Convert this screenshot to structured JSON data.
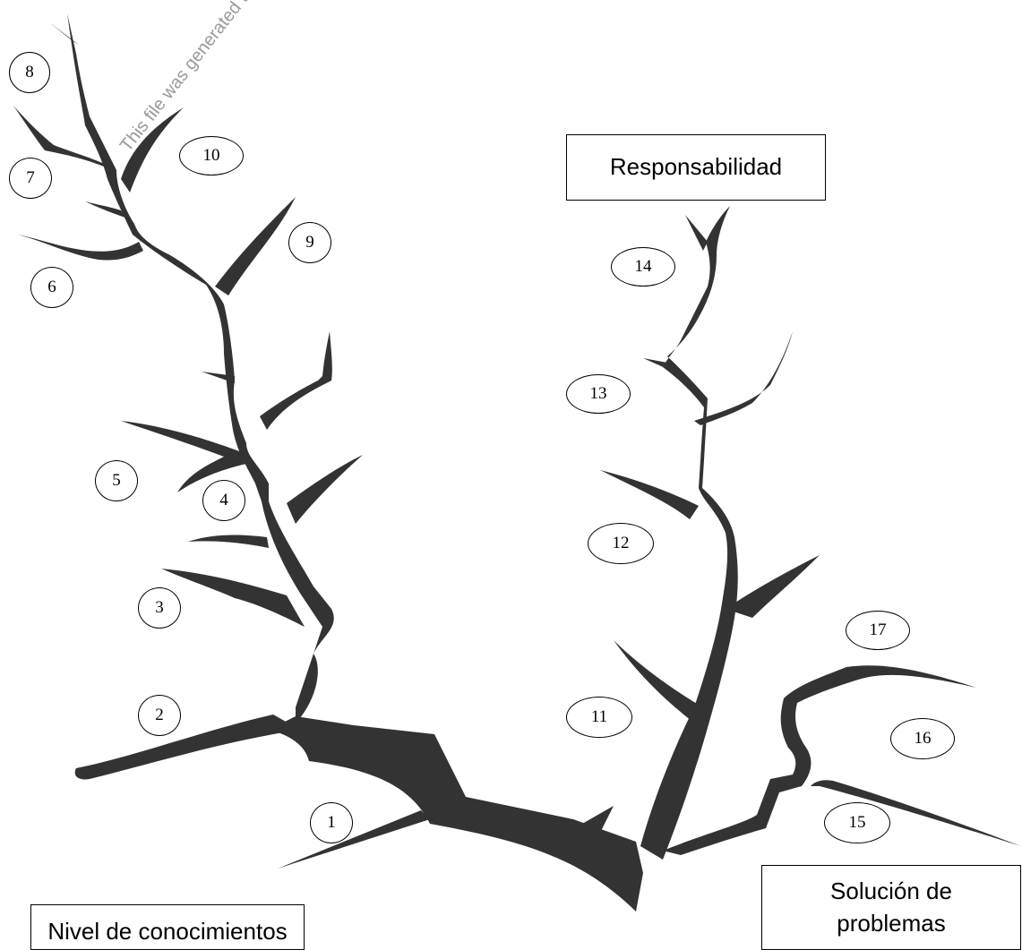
{
  "watermark": "This file was generated with the",
  "boxes": {
    "responsabilidad": "Responsabilidad",
    "nivel": "Nivel de conocimientos",
    "solucion_line1": "Solución de",
    "solucion_line2": "problemas"
  },
  "labels": {
    "n1": "1",
    "n2": "2",
    "n3": "3",
    "n4": "4",
    "n5": "5",
    "n6": "6",
    "n7": "7",
    "n8": "8",
    "n9": "9",
    "n10": "10",
    "n11": "11",
    "n12": "12",
    "n13": "13",
    "n14": "14",
    "n15": "15",
    "n16": "16",
    "n17": "17"
  },
  "colors": {
    "branch": "#333333",
    "outline": "#000000",
    "watermark": "#9a9a9a"
  }
}
